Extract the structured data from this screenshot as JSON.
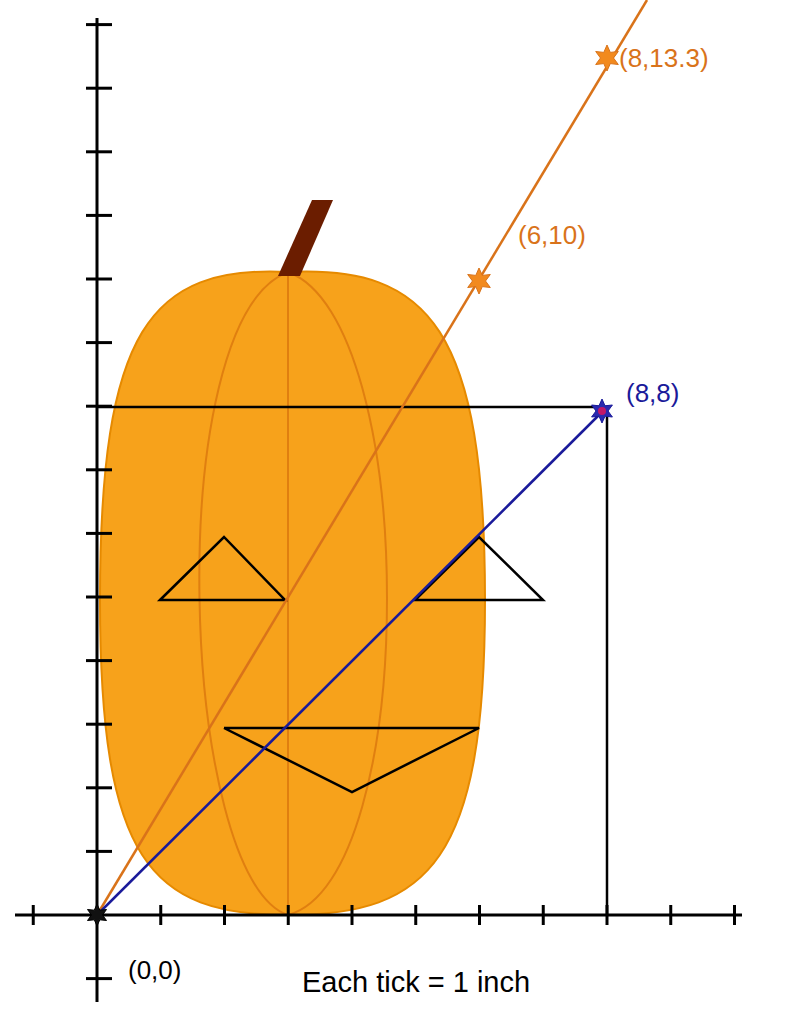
{
  "diagram": {
    "labels": [
      "(8,13.3)",
      "(6,10)",
      "(8,8)",
      "(0,0)",
      "Each tick = 1 inch"
    ]
  }
}
